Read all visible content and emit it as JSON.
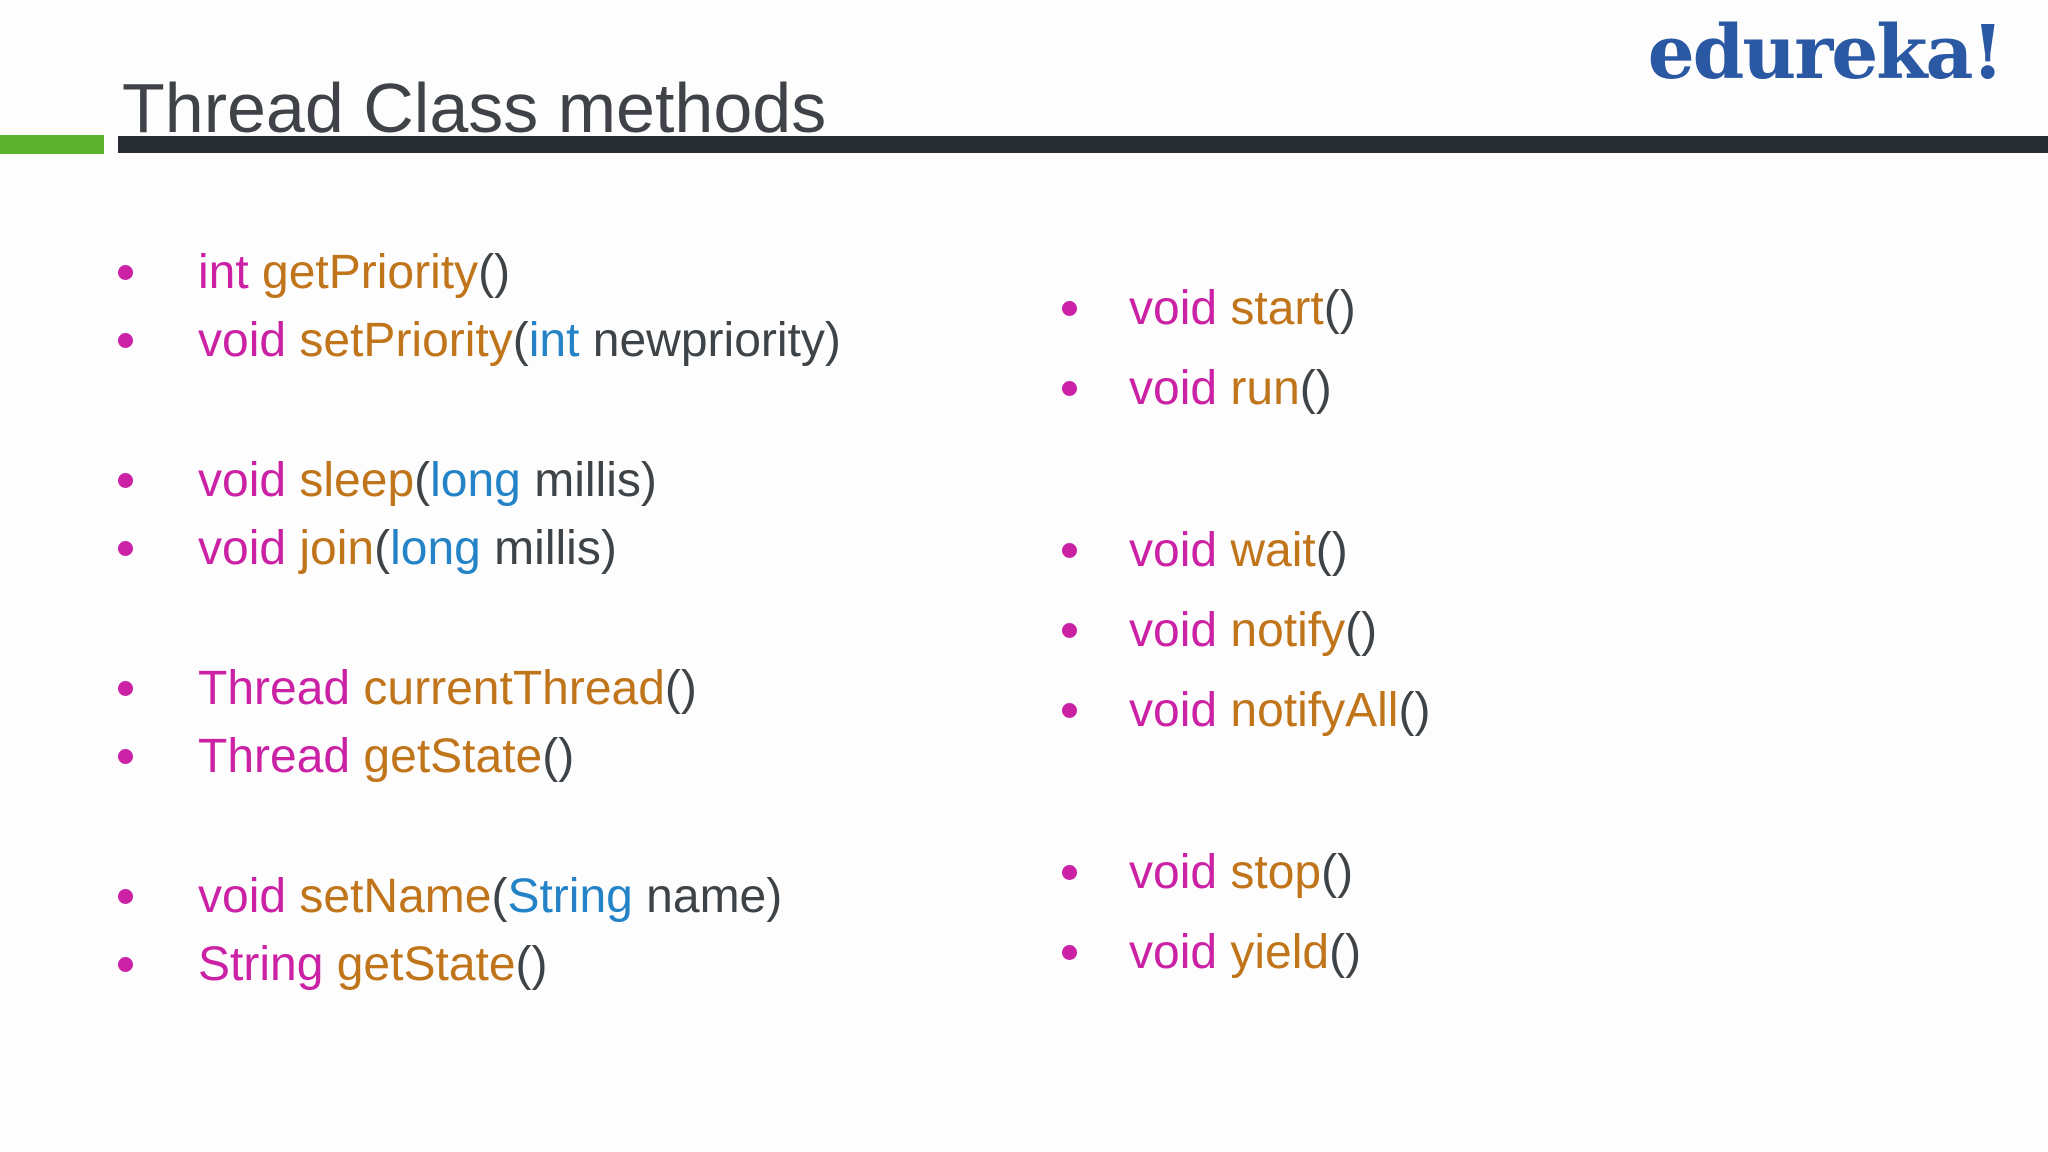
{
  "header": {
    "title": "Thread Class methods",
    "logo": "edureka!"
  },
  "colors": {
    "keyword": "#cb22a5",
    "method": "#c0751b",
    "type": "#2383c6",
    "plain": "#3e4347",
    "bullet": "#cb22a5",
    "title_gray": "#3f4347",
    "logo_blue": "#2a58a3",
    "green_bar": "#5db32d",
    "dark_bar": "#282d33",
    "background": "#fdfdfd"
  },
  "columns": [
    {
      "side": "left",
      "groups": [
        {
          "lines": [
            {
              "segments": [
                {
                  "t": "int ",
                  "c": "keyword"
                },
                {
                  "t": "getPriority",
                  "c": "method"
                },
                {
                  "t": "()",
                  "c": "plain"
                }
              ]
            },
            {
              "segments": [
                {
                  "t": "void ",
                  "c": "keyword"
                },
                {
                  "t": "setPriority",
                  "c": "method"
                },
                {
                  "t": "(",
                  "c": "plain"
                },
                {
                  "t": "int",
                  "c": "type"
                },
                {
                  "t": " newpriority)",
                  "c": "plain"
                }
              ]
            }
          ]
        },
        {
          "lines": [
            {
              "segments": [
                {
                  "t": "void ",
                  "c": "keyword"
                },
                {
                  "t": "sleep",
                  "c": "method"
                },
                {
                  "t": "(",
                  "c": "plain"
                },
                {
                  "t": "long",
                  "c": "type"
                },
                {
                  "t": " millis)",
                  "c": "plain"
                }
              ]
            },
            {
              "segments": [
                {
                  "t": "void ",
                  "c": "keyword"
                },
                {
                  "t": "join",
                  "c": "method"
                },
                {
                  "t": "(",
                  "c": "plain"
                },
                {
                  "t": "long",
                  "c": "type"
                },
                {
                  "t": " millis)",
                  "c": "plain"
                }
              ]
            }
          ]
        },
        {
          "lines": [
            {
              "segments": [
                {
                  "t": "Thread ",
                  "c": "keyword"
                },
                {
                  "t": "currentThread",
                  "c": "method"
                },
                {
                  "t": "()",
                  "c": "plain"
                }
              ]
            },
            {
              "segments": [
                {
                  "t": "Thread ",
                  "c": "keyword"
                },
                {
                  "t": "getState",
                  "c": "method"
                },
                {
                  "t": "()",
                  "c": "plain"
                }
              ]
            }
          ]
        },
        {
          "lines": [
            {
              "segments": [
                {
                  "t": "void ",
                  "c": "keyword"
                },
                {
                  "t": "setName",
                  "c": "method"
                },
                {
                  "t": "(",
                  "c": "plain"
                },
                {
                  "t": "String",
                  "c": "type"
                },
                {
                  "t": " name)",
                  "c": "plain"
                }
              ]
            },
            {
              "segments": [
                {
                  "t": "String ",
                  "c": "keyword"
                },
                {
                  "t": "getState",
                  "c": "method"
                },
                {
                  "t": "()",
                  "c": "plain"
                }
              ]
            }
          ]
        }
      ]
    },
    {
      "side": "right",
      "groups": [
        {
          "lines": [
            {
              "segments": [
                {
                  "t": "void ",
                  "c": "keyword"
                },
                {
                  "t": "start",
                  "c": "method"
                },
                {
                  "t": "()",
                  "c": "plain"
                }
              ]
            },
            {
              "segments": [
                {
                  "t": "void ",
                  "c": "keyword"
                },
                {
                  "t": "run",
                  "c": "method"
                },
                {
                  "t": "()",
                  "c": "plain"
                }
              ]
            }
          ]
        },
        {
          "lines": [
            {
              "segments": [
                {
                  "t": "void ",
                  "c": "keyword"
                },
                {
                  "t": "wait",
                  "c": "method"
                },
                {
                  "t": "()",
                  "c": "plain"
                }
              ]
            },
            {
              "segments": [
                {
                  "t": "void ",
                  "c": "keyword"
                },
                {
                  "t": "notify",
                  "c": "method"
                },
                {
                  "t": "()",
                  "c": "plain"
                }
              ]
            },
            {
              "segments": [
                {
                  "t": "void ",
                  "c": "keyword"
                },
                {
                  "t": "notifyAll",
                  "c": "method"
                },
                {
                  "t": "()",
                  "c": "plain"
                }
              ]
            }
          ]
        },
        {
          "lines": [
            {
              "segments": [
                {
                  "t": "void ",
                  "c": "keyword"
                },
                {
                  "t": "stop",
                  "c": "method"
                },
                {
                  "t": "()",
                  "c": "plain"
                }
              ]
            },
            {
              "segments": [
                {
                  "t": "void ",
                  "c": "keyword"
                },
                {
                  "t": "yield",
                  "c": "method"
                },
                {
                  "t": "()",
                  "c": "plain"
                }
              ]
            }
          ]
        }
      ]
    }
  ]
}
